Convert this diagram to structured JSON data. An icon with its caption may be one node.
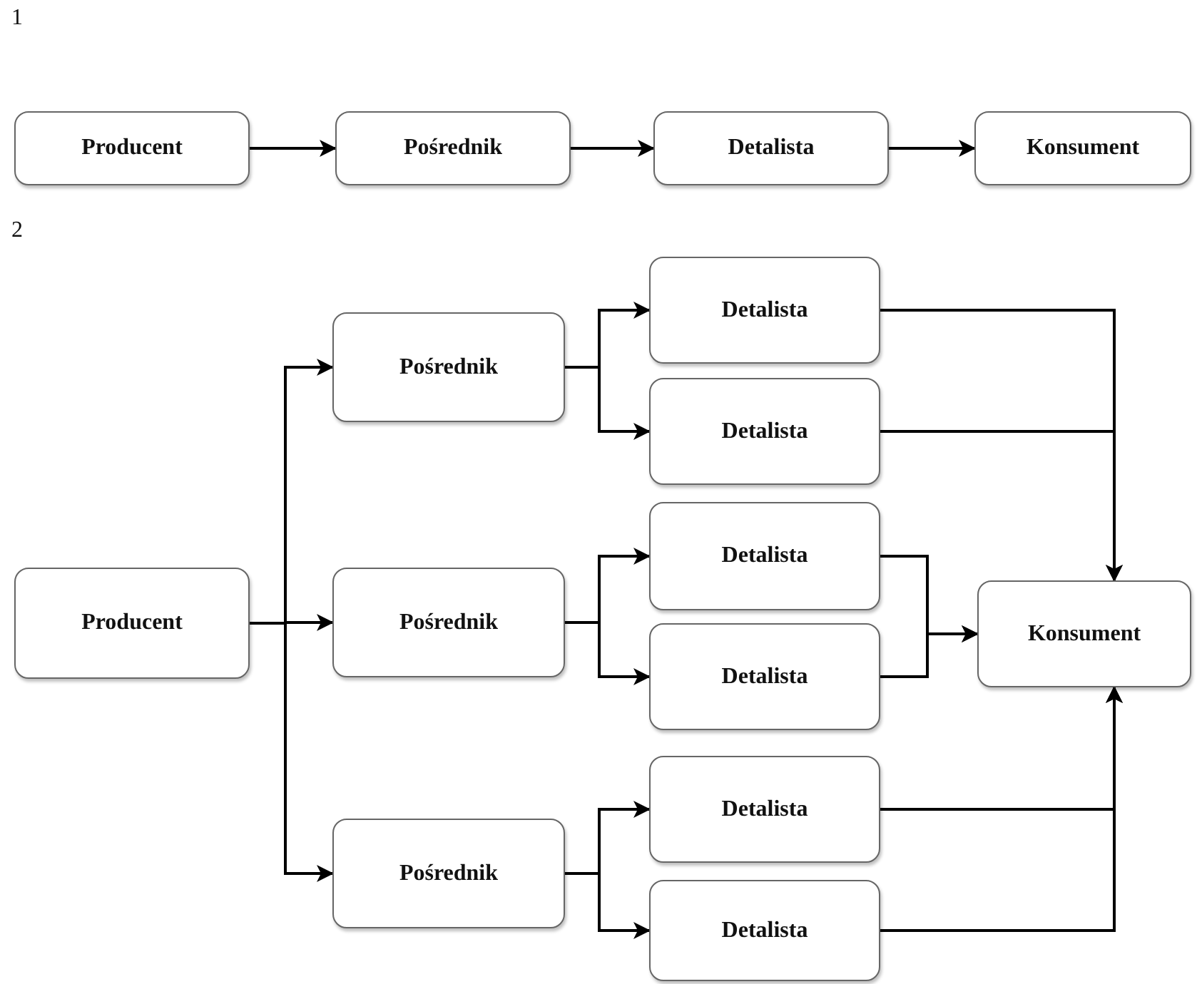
{
  "diagram": {
    "nodes": [
      {
        "text": [
          "Producent"
        ]
      },
      {
        "text": [
          "Pośrednik"
        ]
      },
      {
        "text": [
          "Detalista"
        ]
      },
      {
        "text": [
          "Konsument"
        ]
      },
      {
        "text": [
          "Producent"
        ]
      },
      {
        "text": [
          "Pośrednik"
        ]
      },
      {
        "text": [
          "Pośrednik"
        ]
      },
      {
        "text": [
          "Pośrednik"
        ]
      },
      {
        "text": [
          "Detalista"
        ]
      },
      {
        "text": [
          "Detalista"
        ]
      },
      {
        "text": [
          "Detalista"
        ]
      },
      {
        "text": [
          "Detalista"
        ]
      },
      {
        "text": [
          "Detalista"
        ]
      },
      {
        "text": [
          "Detalista"
        ]
      },
      {
        "text": [
          "Konsument"
        ]
      }
    ],
    "edges": [
      {
        "from": 0,
        "to": 1,
        "arrow": "to"
      },
      {
        "from": 1,
        "to": 2,
        "arrow": "to"
      },
      {
        "from": 2,
        "to": 3,
        "arrow": "to"
      },
      {
        "from": 4,
        "to": 5,
        "arrow": "to"
      },
      {
        "from": 4,
        "to": 6,
        "arrow": "to"
      },
      {
        "from": 4,
        "to": 7,
        "arrow": "to"
      },
      {
        "from": 5,
        "to": 8,
        "arrow": "to"
      },
      {
        "from": 5,
        "to": 9,
        "arrow": "to"
      },
      {
        "from": 6,
        "to": 10,
        "arrow": "to"
      },
      {
        "from": 6,
        "to": 11,
        "arrow": "to"
      },
      {
        "from": 7,
        "to": 12,
        "arrow": "to"
      },
      {
        "from": 7,
        "to": 13,
        "arrow": "to"
      },
      {
        "from": 8,
        "to": 14,
        "arrow": "to"
      },
      {
        "from": 9,
        "to": 14,
        "arrow": "to"
      },
      {
        "from": 10,
        "to": 14,
        "arrow": "to"
      },
      {
        "from": 11,
        "to": 14,
        "arrow": "to"
      },
      {
        "from": 12,
        "to": 14,
        "arrow": "to"
      },
      {
        "from": 13,
        "to": 14,
        "arrow": "to"
      }
    ],
    "labels": [
      "1",
      "2"
    ]
  }
}
